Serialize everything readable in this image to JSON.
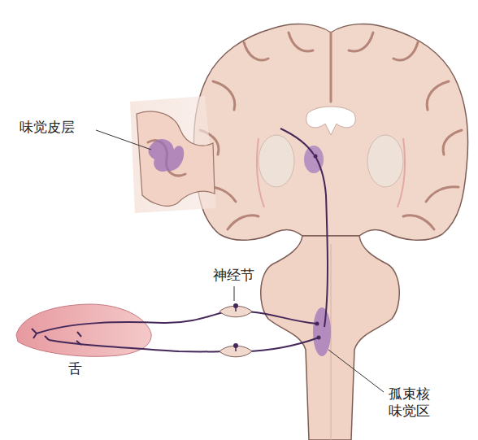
{
  "diagram": {
    "labels": [
      "味觉皮层",
      "神经节",
      "舌",
      "孤束核 味觉区"
    ]
  }
}
